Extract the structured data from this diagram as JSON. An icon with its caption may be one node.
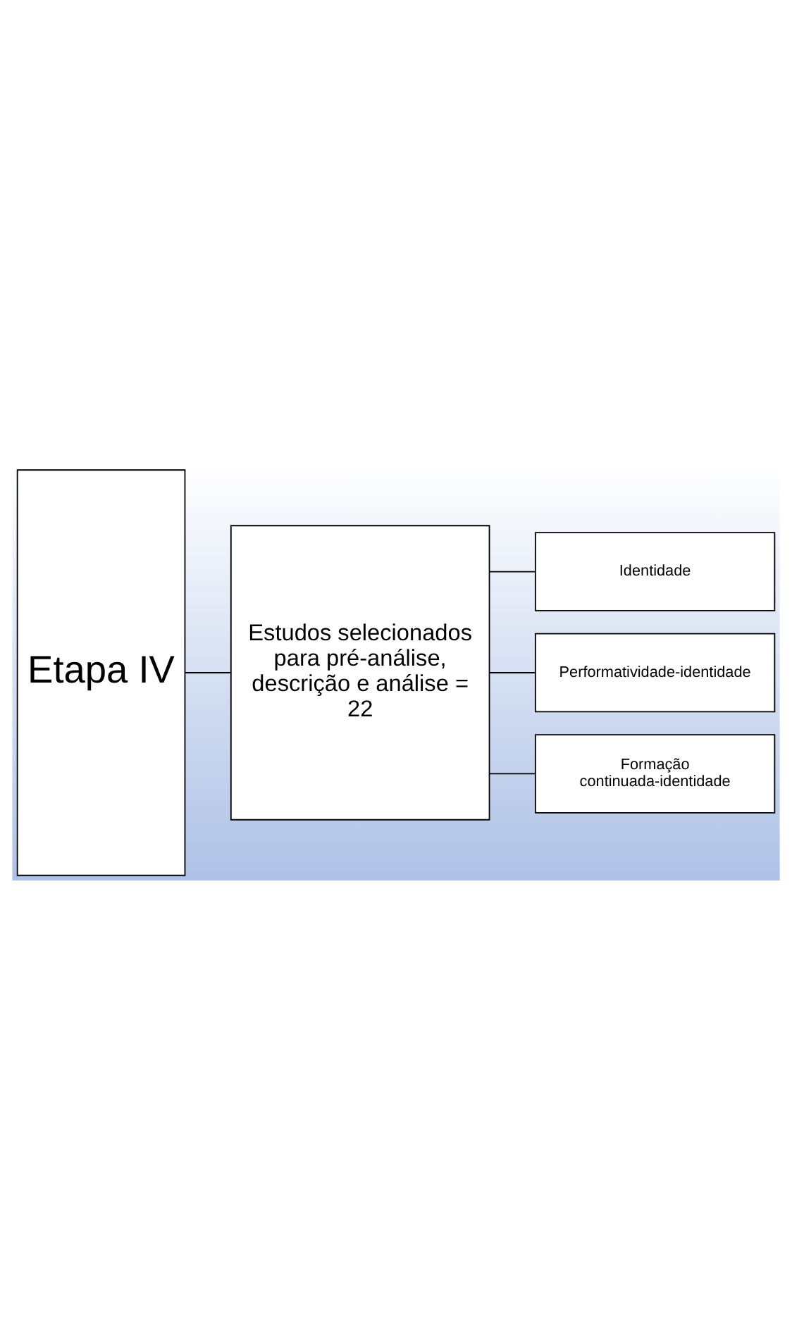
{
  "diagram": {
    "nodes": [
      {
        "text": [
          "Etapa IV"
        ]
      },
      {
        "text": [
          "Estudos selecionados para pré-análise, descrição e análise = 22"
        ]
      },
      {
        "text": [
          "Identidade"
        ]
      },
      {
        "text": [
          "Performatividade-identidade"
        ]
      },
      {
        "text": [
          "Formação continuada-identidade"
        ]
      }
    ],
    "edges": [
      {
        "from": 0,
        "to": 1,
        "arrow": "none"
      },
      {
        "from": 1,
        "to": 2,
        "arrow": "none"
      },
      {
        "from": 1,
        "to": 3,
        "arrow": "none"
      },
      {
        "from": 1,
        "to": 4,
        "arrow": "none"
      }
    ]
  }
}
